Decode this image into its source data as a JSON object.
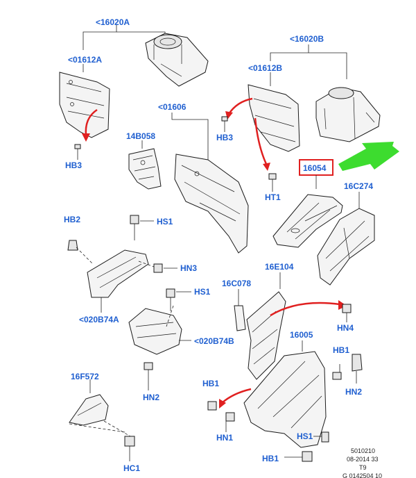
{
  "labels": {
    "p16020A": "<16020A",
    "p01612A": "<01612A",
    "hb3_left": "HB3",
    "p16020B": "<16020B",
    "p01612B": "<01612B",
    "p01606": "<01606",
    "p14B058": "14B058",
    "hb3_right": "HB3",
    "p16054": "16054",
    "ht1": "HT1",
    "p16C274": "16C274",
    "hb2_left": "HB2",
    "hs1_upper": "HS1",
    "hn3": "HN3",
    "hs1_lower": "HS1",
    "p020B74A": "<020B74A",
    "p020B74B": "<020B74B",
    "hn2_left": "HN2",
    "p16C078": "16C078",
    "p16E104": "16E104",
    "hn4": "HN4",
    "p16005": "16005",
    "hb1_right": "HB1",
    "hn2_right": "HN2",
    "p16F572": "16F572",
    "hb1_left": "HB1",
    "hn1": "HN1",
    "hs1_bottom": "HS1",
    "hb1_bottom": "HB1",
    "hc1": "HC1"
  },
  "footer": {
    "line1": "5010210",
    "line2": "08-2014 33",
    "line3": "T9",
    "line4": "G 0142504 10"
  },
  "colors": {
    "label": "#1f5fd0",
    "arrow": "#e02020",
    "highlight_box": "#e02020",
    "pointer": "#3ddc2f"
  }
}
